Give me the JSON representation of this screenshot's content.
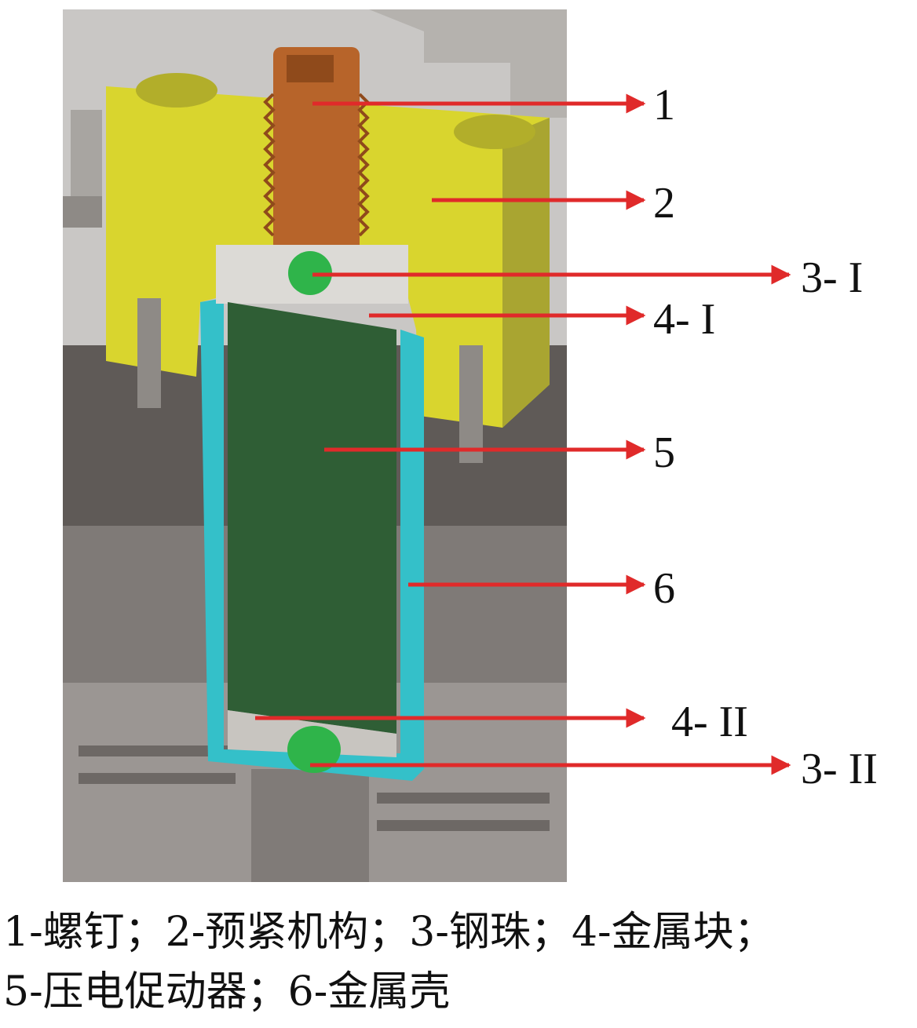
{
  "colors": {
    "background_light": "#c9c7c5",
    "background_dark": "#5f5a57",
    "background_mid": "#8c8784",
    "screw": "#b7642a",
    "preload_frame": "#d9d52e",
    "preload_frame_shadow": "#a9a531",
    "steel_ball": "#2fb44a",
    "metal_block": "#dcdad6",
    "actuator": "#2f5e35",
    "metal_shell": "#34c0c9",
    "arrow": "#e02a2a"
  },
  "callouts": [
    {
      "id": "1",
      "label": "1"
    },
    {
      "id": "2",
      "label": "2"
    },
    {
      "id": "3-1",
      "label": "3- I"
    },
    {
      "id": "4-1",
      "label": "4- I"
    },
    {
      "id": "5",
      "label": "5"
    },
    {
      "id": "6",
      "label": "6"
    },
    {
      "id": "4-2",
      "label": "4- II"
    },
    {
      "id": "3-2",
      "label": "3- II"
    }
  ],
  "caption": {
    "line1": "1-螺钉；2-预紧机构；3-钢珠；4-金属块；",
    "line2": "5-压电促动器；6-金属壳"
  }
}
